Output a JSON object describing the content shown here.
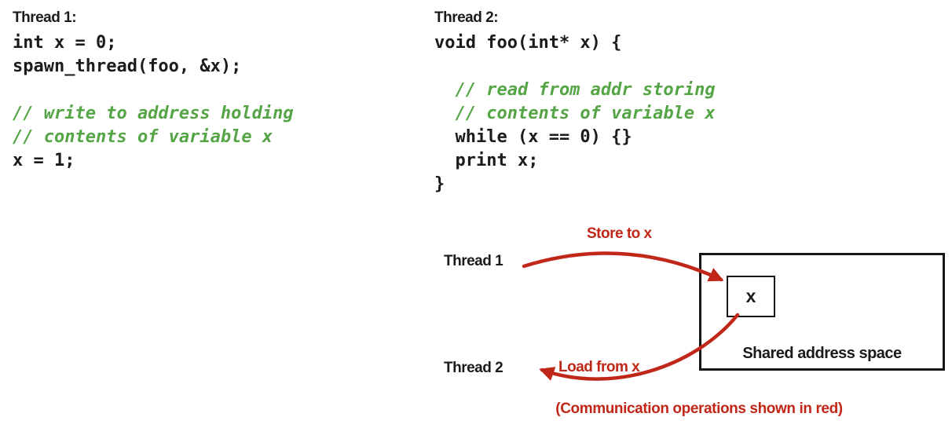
{
  "colors": {
    "comment_green": "#55a546",
    "accent_red": "#c02718",
    "text_black": "#1b1b1b",
    "background": "#ffffff"
  },
  "thread1": {
    "title": "Thread 1:",
    "code": [
      {
        "type": "code",
        "text": "int x = 0;"
      },
      {
        "type": "code",
        "text": "spawn_thread(foo, &x);"
      },
      {
        "type": "blank",
        "text": ""
      },
      {
        "type": "comment",
        "text": "// write to address holding"
      },
      {
        "type": "comment",
        "text": "// contents of variable x"
      },
      {
        "type": "code",
        "text": "x = 1;"
      }
    ]
  },
  "thread2": {
    "title": "Thread 2:",
    "code": [
      {
        "type": "code",
        "text": "void foo(int* x) {"
      },
      {
        "type": "blank",
        "text": ""
      },
      {
        "type": "comment",
        "text": "  // read from addr storing"
      },
      {
        "type": "comment",
        "text": "  // contents of variable x"
      },
      {
        "type": "code",
        "text": "  while (x == 0) {}"
      },
      {
        "type": "code",
        "text": "  print x;"
      },
      {
        "type": "code",
        "text": "}"
      }
    ]
  },
  "diagram": {
    "thread1_label": "Thread 1",
    "thread2_label": "Thread 2",
    "store_label": "Store to x",
    "load_label": "Load from x",
    "variable_label": "x",
    "shared_box_label": "Shared address space",
    "caption": "(Communication operations shown in red)"
  }
}
